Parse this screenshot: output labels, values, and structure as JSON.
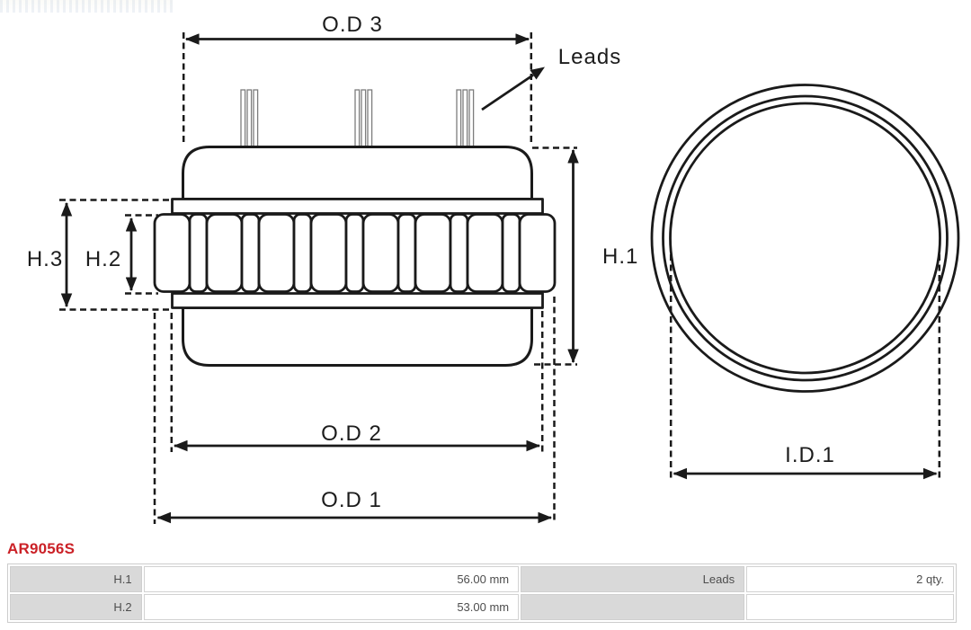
{
  "part_number": "AR9056S",
  "diagram": {
    "labels": {
      "od3": "O.D 3",
      "od2": "O.D 2",
      "od1": "O.D 1",
      "h1": "H.1",
      "h2": "H.2",
      "h3": "H.3",
      "id1": "I.D.1",
      "leads": "Leads"
    },
    "colors": {
      "line": "#1a1a1a",
      "accent_red": "#cb2127",
      "table_header_bg": "#d9d9d9",
      "table_border": "#cccccc"
    }
  },
  "spec_table": {
    "rows": [
      {
        "param": "H.1",
        "value": "56.00 mm",
        "param2": "Leads",
        "value2": "2 qty."
      },
      {
        "param": "H.2",
        "value": "53.00 mm",
        "param2": "",
        "value2": ""
      }
    ]
  }
}
